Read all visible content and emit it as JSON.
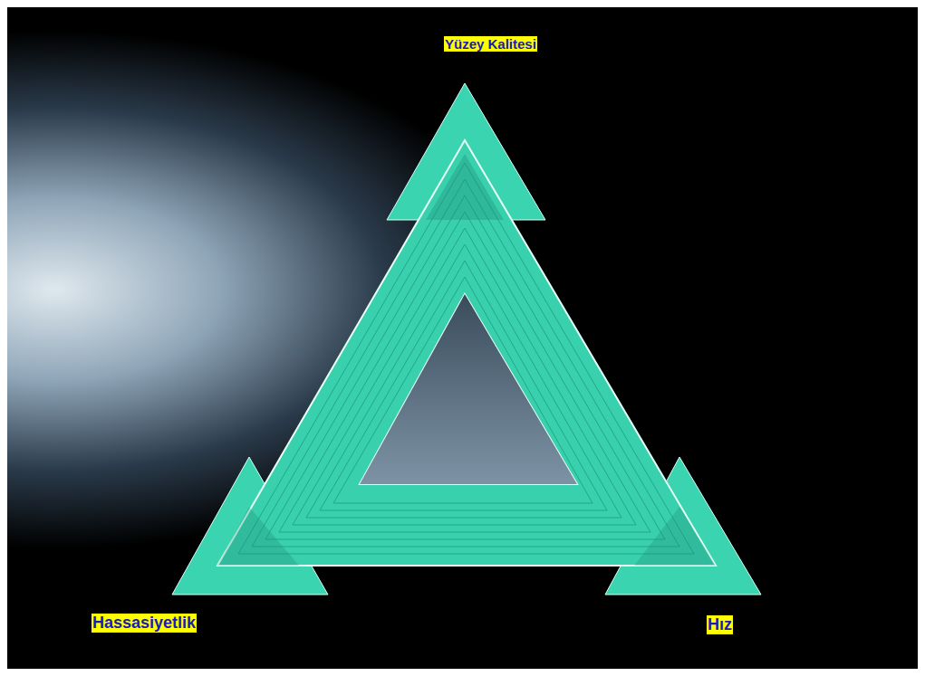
{
  "diagram": {
    "labels": [
      "Yüzey Kalitesi",
      "Hassasiyetlik",
      "Hız"
    ]
  }
}
